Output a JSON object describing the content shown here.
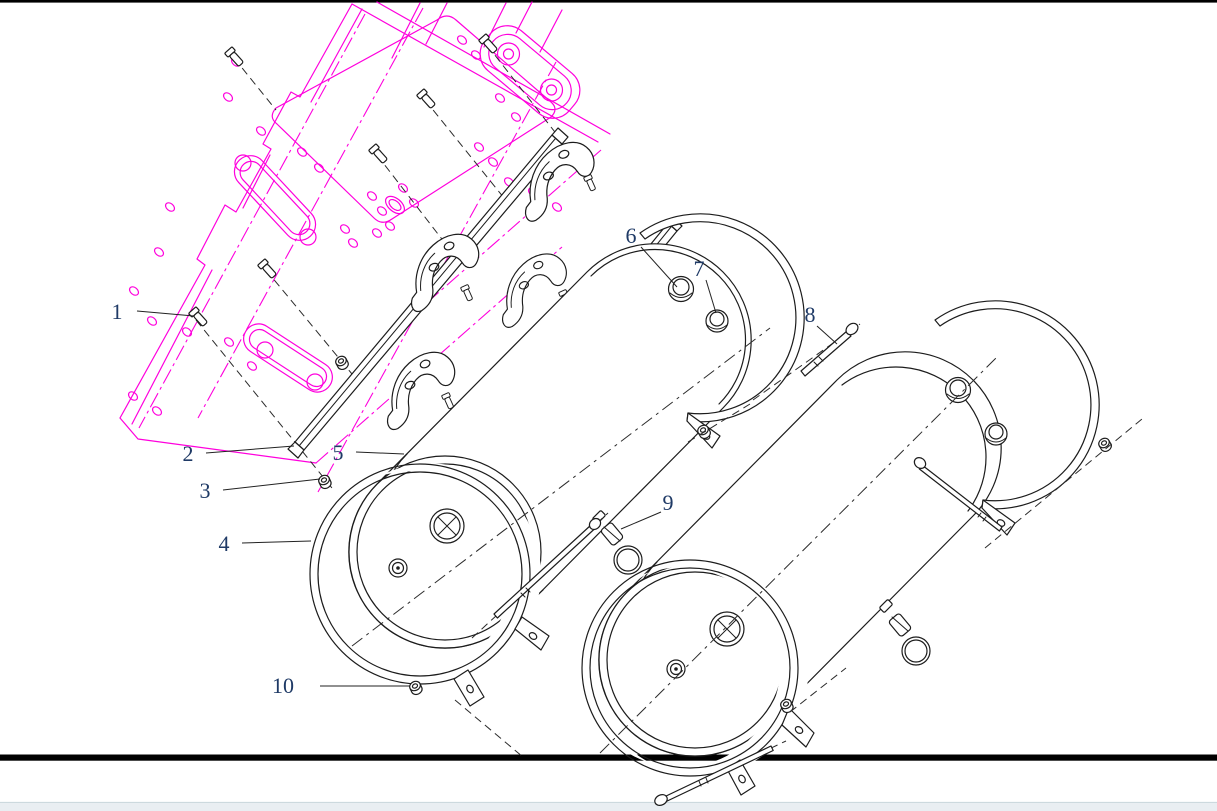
{
  "figure": {
    "kind": "exploded-parts-line-diagram"
  },
  "callouts": [
    {
      "label": "1"
    },
    {
      "label": "2"
    },
    {
      "label": "3"
    },
    {
      "label": "4"
    },
    {
      "label": "5"
    },
    {
      "label": "6"
    },
    {
      "label": "7"
    },
    {
      "label": "8"
    },
    {
      "label": "9"
    },
    {
      "label": "10"
    }
  ],
  "colors": {
    "background": "#ffffff",
    "frame_highlight": "#ff00dd",
    "drawing_line": "#1c1c1c",
    "callout_text": "#1f3a66",
    "divider": "#000000",
    "footer_strip": "#e9eef2",
    "footer_strip_border": "#ccd9de"
  }
}
